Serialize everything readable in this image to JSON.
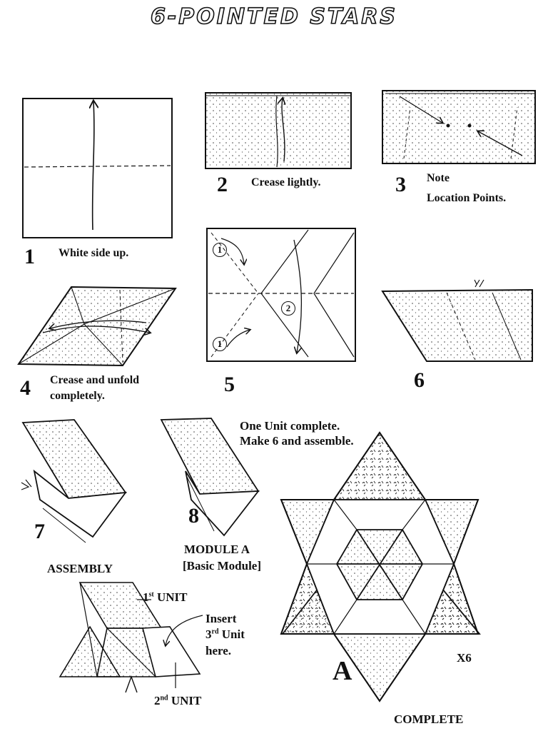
{
  "title": "6-POINTED STARS",
  "steps": [
    {
      "number": "1",
      "caption": "White side up."
    },
    {
      "number": "2",
      "caption": "Crease lightly."
    },
    {
      "number": "3",
      "caption_line1": "Note",
      "caption_line2": "Location Points."
    },
    {
      "number": "4",
      "caption_line1": "Crease and unfold",
      "caption_line2": "completely."
    },
    {
      "number": "5"
    },
    {
      "number": "6"
    },
    {
      "number": "7"
    },
    {
      "number": "8",
      "caption_line1": "MODULE  A",
      "caption_line2": "[Basic Module]"
    }
  ],
  "diagram_markers": {
    "one": "1",
    "two": "2"
  },
  "unit_note": {
    "line1": "One Unit complete.",
    "line2": "Make 6 and assemble."
  },
  "assembly": {
    "heading": "ASSEMBLY",
    "first_unit_num": "1",
    "first_unit_sup": "st",
    "first_unit_word": " UNIT",
    "second_unit_num": "2",
    "second_unit_sup": "nd",
    "second_unit_word": " UNIT",
    "insert_line1": "Insert",
    "insert_num": "3",
    "insert_sup": "rd",
    "insert_word": " Unit",
    "insert_line3": "here."
  },
  "star": {
    "label": "A",
    "multiplier": "X6",
    "caption": "COMPLETE"
  }
}
